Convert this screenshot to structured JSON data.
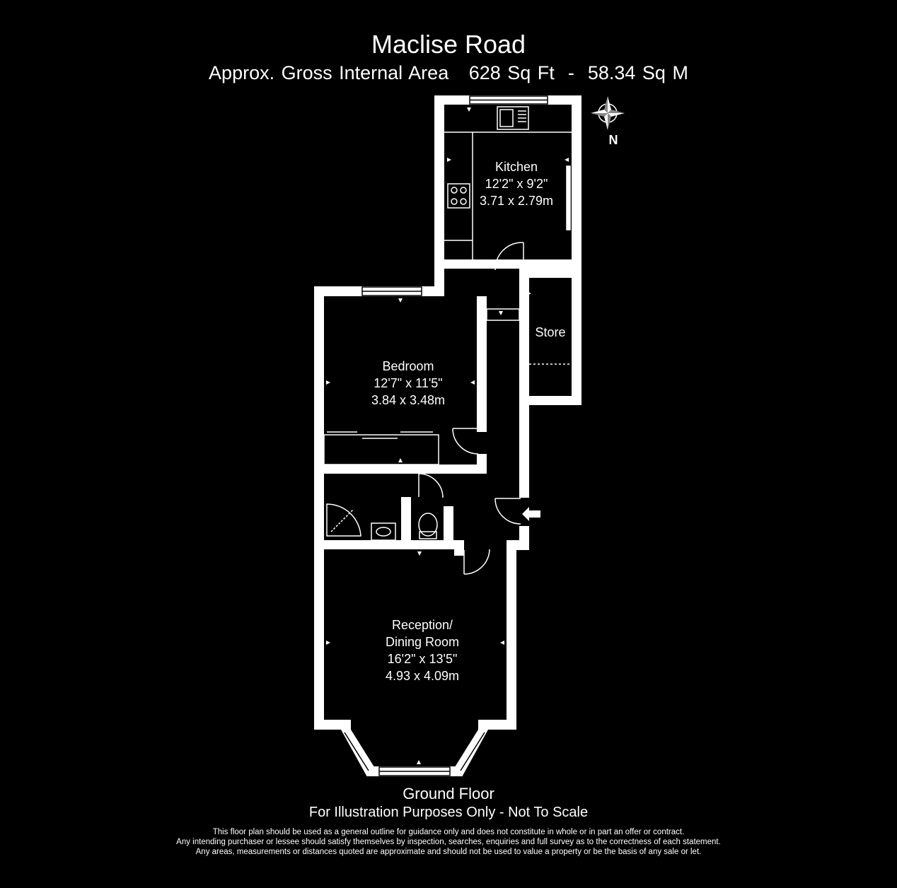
{
  "header": {
    "title": "Maclise Road",
    "area_label": "Approx. Gross Internal Area",
    "area_sqft": "628 Sq Ft",
    "separator": "-",
    "area_sqm": "58.34 Sq M"
  },
  "compass": {
    "north_label": "N"
  },
  "rooms": {
    "kitchen": {
      "name": "Kitchen",
      "dim_imperial": "12'2\" x 9'2\"",
      "dim_metric": "3.71 x 2.79m"
    },
    "store": {
      "name": "Store"
    },
    "bedroom": {
      "name": "Bedroom",
      "dim_imperial": "12'7\" x 11'5\"",
      "dim_metric": "3.84 x 3.48m"
    },
    "reception": {
      "name_line1": "Reception/",
      "name_line2": "Dining Room",
      "dim_imperial": "16'2\" x 13'5\"",
      "dim_metric": "4.93 x 4.09m"
    }
  },
  "footer": {
    "floor_label": "Ground Floor",
    "scale_note": "For Illustration Purposes Only - Not To Scale",
    "disclaimer": [
      "This floor plan should be used as a general outline for guidance only and does not constitute in whole or in part an offer or contract.",
      "Any intending purchaser or lessee should satisfy themselves by inspection, searches, enquiries and full survey as to the correctness of each statement.",
      "Any areas, measurements or distances quoted are approximate and should not be used to value a property or be the basis of any sale or let."
    ]
  },
  "colors": {
    "background": "#000000",
    "walls": "#ffffff"
  }
}
